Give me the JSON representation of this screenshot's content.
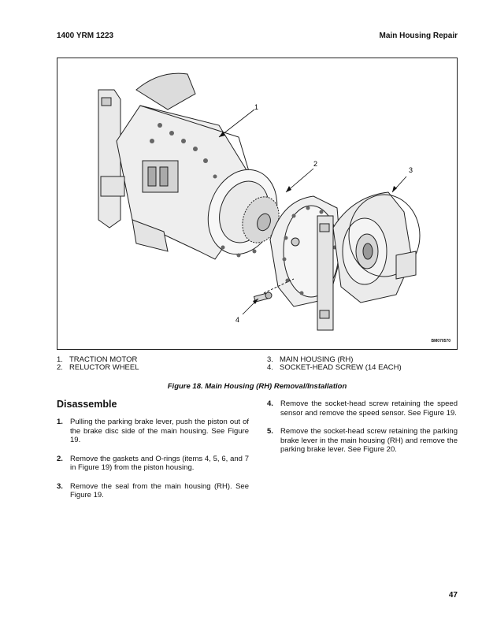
{
  "header": {
    "left": "1400 YRM 1223",
    "right": "Main Housing Repair"
  },
  "figure": {
    "callouts": [
      "1",
      "2",
      "3",
      "4"
    ],
    "code": "BM070570",
    "legend": [
      {
        "num": "1.",
        "text": "TRACTION MOTOR"
      },
      {
        "num": "2.",
        "text": "RELUCTOR WHEEL"
      },
      {
        "num": "3.",
        "text": "MAIN HOUSING (RH)"
      },
      {
        "num": "4.",
        "text": "SOCKET-HEAD SCREW (14 EACH)"
      }
    ],
    "caption": "Figure 18. Main Housing (RH) Removal/Installation"
  },
  "section": {
    "title": "Disassemble",
    "steps": [
      {
        "num": "1.",
        "text": "Pulling the parking brake lever, push the piston out of the brake disc side of the main housing. See Figure 19."
      },
      {
        "num": "2.",
        "text": "Remove the gaskets and O-rings (items 4, 5, 6, and 7 in Figure 19) from the piston housing."
      },
      {
        "num": "3.",
        "text": "Remove the seal from the main housing (RH). See Figure 19."
      },
      {
        "num": "4.",
        "text": "Remove the socket-head screw retaining the speed sensor and remove the speed sensor. See Figure 19."
      },
      {
        "num": "5.",
        "text": "Remove the socket-head screw retaining the parking brake lever in the main housing (RH) and remove the parking brake lever. See Figure 20."
      }
    ]
  },
  "footer": {
    "page_number": "47"
  }
}
